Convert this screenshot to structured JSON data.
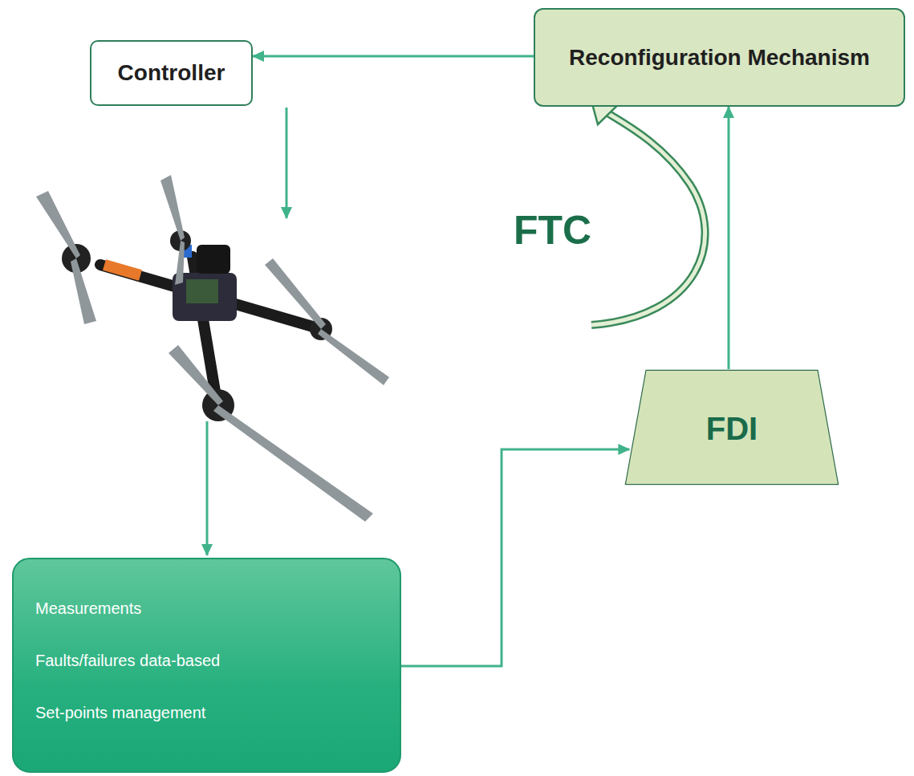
{
  "diagram": {
    "nodes": [
      {
        "text": [
          "Controller"
        ]
      },
      {
        "text": [
          "Reconfiguration Mechanism"
        ]
      },
      {
        "text": [
          "FDI"
        ]
      },
      {
        "text": [
          "Measurements",
          "Faults/failures data-based",
          "Set-points management"
        ]
      }
    ],
    "edges": [
      {
        "from": 1,
        "to": 0,
        "arrow": "to"
      },
      {
        "from": 2,
        "to": 1,
        "arrow": "to"
      },
      {
        "from": 3,
        "to": 2,
        "arrow": "to"
      }
    ],
    "labels": [
      "FTC"
    ]
  }
}
